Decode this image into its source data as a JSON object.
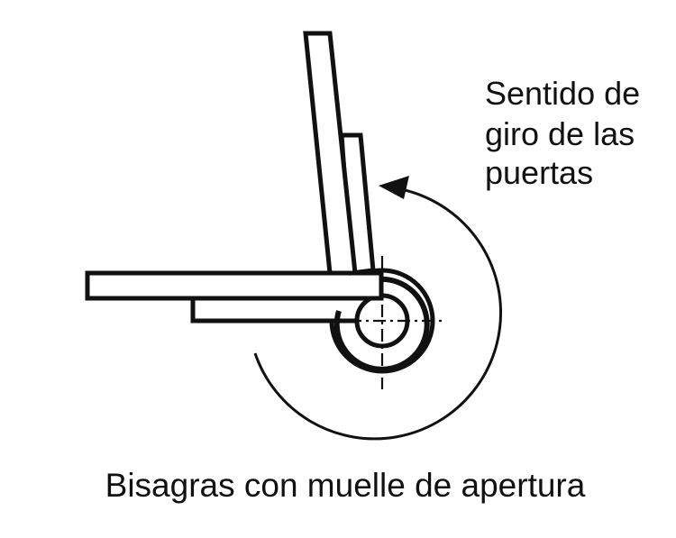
{
  "diagram": {
    "direction_label": [
      "Sentido de",
      "giro de las",
      "puertas"
    ],
    "caption": "Bisagras con muelle de apertura"
  },
  "colors": {
    "ink": "#111111",
    "background": "#ffffff"
  }
}
